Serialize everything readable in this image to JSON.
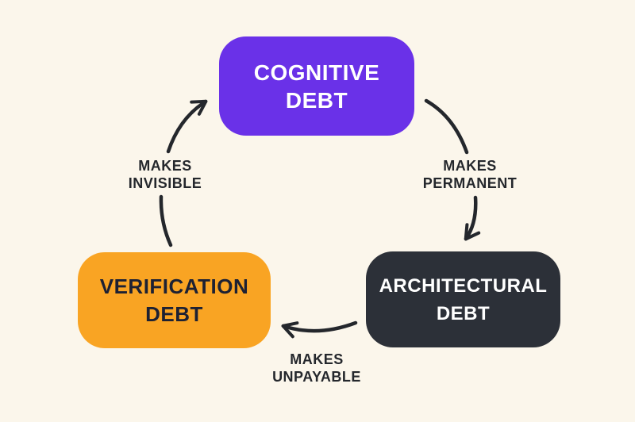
{
  "diagram": {
    "title": "debt-cycle-diagram",
    "background_color": "#FBF6EB",
    "arrow_color": "#24272C",
    "nodes": {
      "cognitive": {
        "label_line1": "COGNITIVE",
        "label_line2": "DEBT",
        "bg_color": "#6A31E8",
        "text_color": "#FFFFFF",
        "position": "top-center"
      },
      "architectural": {
        "label_line1": "ARCHITECTURAL",
        "label_line2": "DEBT",
        "bg_color": "#2C3038",
        "text_color": "#FFFFFF",
        "position": "bottom-right"
      },
      "verification": {
        "label_line1": "VERIFICATION",
        "label_line2": "DEBT",
        "bg_color": "#F9A423",
        "text_color": "#1D2133",
        "position": "bottom-left"
      }
    },
    "edges": {
      "cognitive_to_architectural": {
        "label_line1": "MAKES",
        "label_line2": "PERMANENT",
        "from": "cognitive",
        "to": "architectural"
      },
      "architectural_to_verification": {
        "label_line1": "MAKES",
        "label_line2": "UNPAYABLE",
        "from": "architectural",
        "to": "verification"
      },
      "verification_to_cognitive": {
        "label_line1": "MAKES",
        "label_line2": "INVISIBLE",
        "from": "verification",
        "to": "cognitive"
      }
    }
  }
}
